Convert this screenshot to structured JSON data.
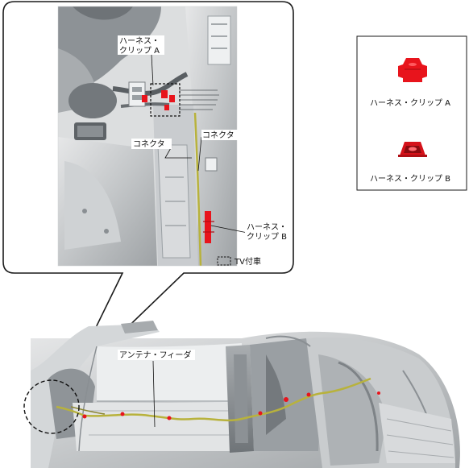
{
  "callouts": {
    "harness_clip_a_line1": "ハーネス・",
    "harness_clip_a_line2": "クリップ A",
    "connector_left": "コネクタ",
    "connector_right": "コネクタ",
    "harness_clip_b_line1": "ハーネス・",
    "harness_clip_b_line2": "クリップ B",
    "tv_equipped": "TV付車",
    "antenna_feeder": "アンテナ・フィーダ"
  },
  "legend": {
    "clip_a_label": "ハーネス・クリップ A",
    "clip_b_label": "ハーネス・クリップ B"
  },
  "colors": {
    "clip_red": "#e8141c",
    "feeder_olive": "#b8b23c",
    "body_gray": "#b9bcbe"
  }
}
